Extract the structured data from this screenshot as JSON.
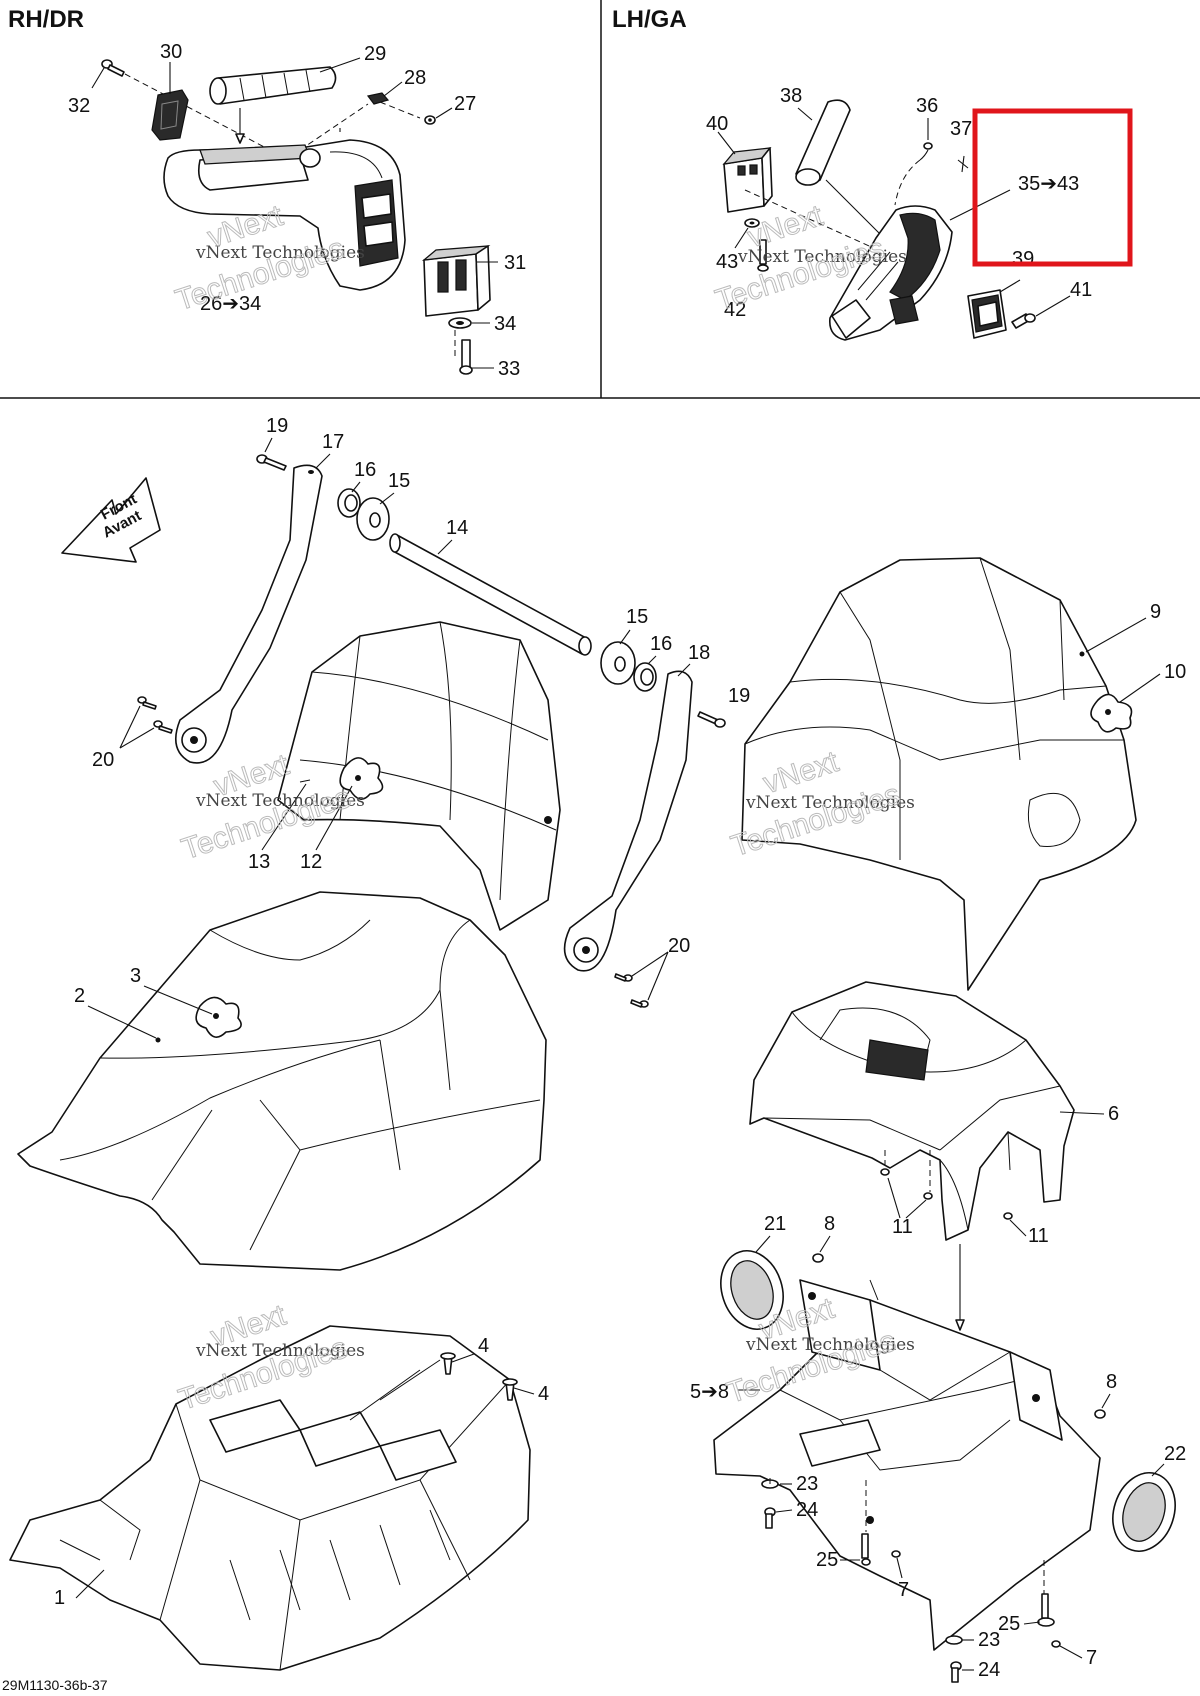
{
  "sections": {
    "right_header": "RH/DR",
    "left_header": "LH/GA"
  },
  "callouts": {
    "c1": "1",
    "c2": "2",
    "c3": "3",
    "c4a": "4",
    "c4b": "4",
    "c5_8": "5➔8",
    "c6": "6",
    "c7a": "7",
    "c7b": "7",
    "c8a": "8",
    "c8b": "8",
    "c9": "9",
    "c10": "10",
    "c11a": "11",
    "c11b": "11",
    "c12": "12",
    "c13": "13",
    "c14": "14",
    "c15a": "15",
    "c15b": "15",
    "c16a": "16",
    "c16b": "16",
    "c17": "17",
    "c18": "18",
    "c19a": "19",
    "c19b": "19",
    "c20a": "20",
    "c20b": "20",
    "c21": "21",
    "c22": "22",
    "c23a": "23",
    "c23b": "23",
    "c24a": "24",
    "c24b": "24",
    "c25a": "25",
    "c25b": "25",
    "c26_34": "26➔34",
    "c27": "27",
    "c28": "28",
    "c29": "29",
    "c30": "30",
    "c31": "31",
    "c32": "32",
    "c33": "33",
    "c34": "34",
    "c35_43": "35➔43",
    "c36": "36",
    "c37": "37",
    "c38": "38",
    "c39": "39",
    "c40": "40",
    "c41": "41",
    "c42": "42",
    "c43": "43"
  },
  "front_arrow": {
    "line1": "Front",
    "line2": "Avant"
  },
  "watermark": {
    "caption": "vNext Technologies",
    "word1": "vNext",
    "word2": "Technologies"
  },
  "figure_code": "29M1130-36b-37",
  "highlight_color": "#e0151b"
}
